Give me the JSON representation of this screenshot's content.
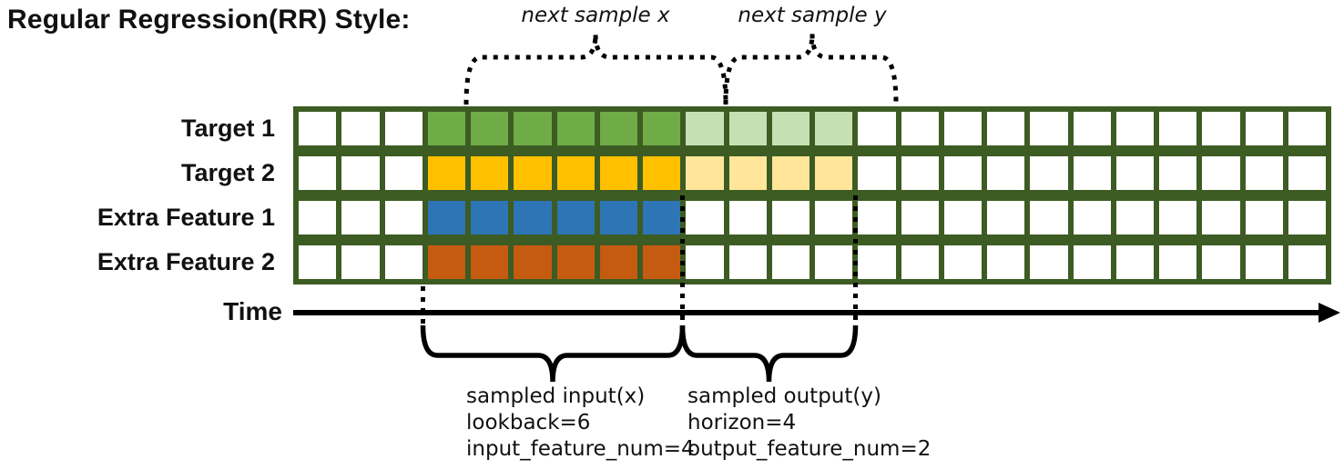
{
  "title": "Regular Regression(RR) Style:",
  "colors": {
    "grid_border": "#3D5C23",
    "annotation_line": "#000000",
    "empty_cell": "#FFFFFF",
    "target1_input": "#6FAC47",
    "target1_output": "#C6E0B4",
    "target2_input": "#FFC000",
    "target2_output": "#FFE699",
    "extra_feature1_input": "#2E75B6",
    "extra_feature2_input": "#C55A11"
  },
  "grid": {
    "columns": 24,
    "input_start_col": 3,
    "lookback": 6,
    "horizon": 4,
    "rows": [
      {
        "label": "Target 1",
        "input_color_key": "target1_input",
        "output_color_key": "target1_output",
        "has_output": true
      },
      {
        "label": "Target 2",
        "input_color_key": "target2_input",
        "output_color_key": "target2_output",
        "has_output": true
      },
      {
        "label": "Extra Feature 1",
        "input_color_key": "extra_feature1_input",
        "output_color_key": "",
        "has_output": false
      },
      {
        "label": "Extra Feature 2",
        "input_color_key": "extra_feature2_input",
        "output_color_key": "",
        "has_output": false
      }
    ]
  },
  "annotations": {
    "next_sample_x": "next sample x",
    "next_sample_y": "next sample y",
    "time": "Time",
    "sampled_input": {
      "title": "sampled input(x)",
      "param1": "lookback=6",
      "param2": "input_feature_num=4"
    },
    "sampled_output": {
      "title": "sampled output(y)",
      "param1": "horizon=4",
      "param2": "output_feature_num=2"
    }
  }
}
